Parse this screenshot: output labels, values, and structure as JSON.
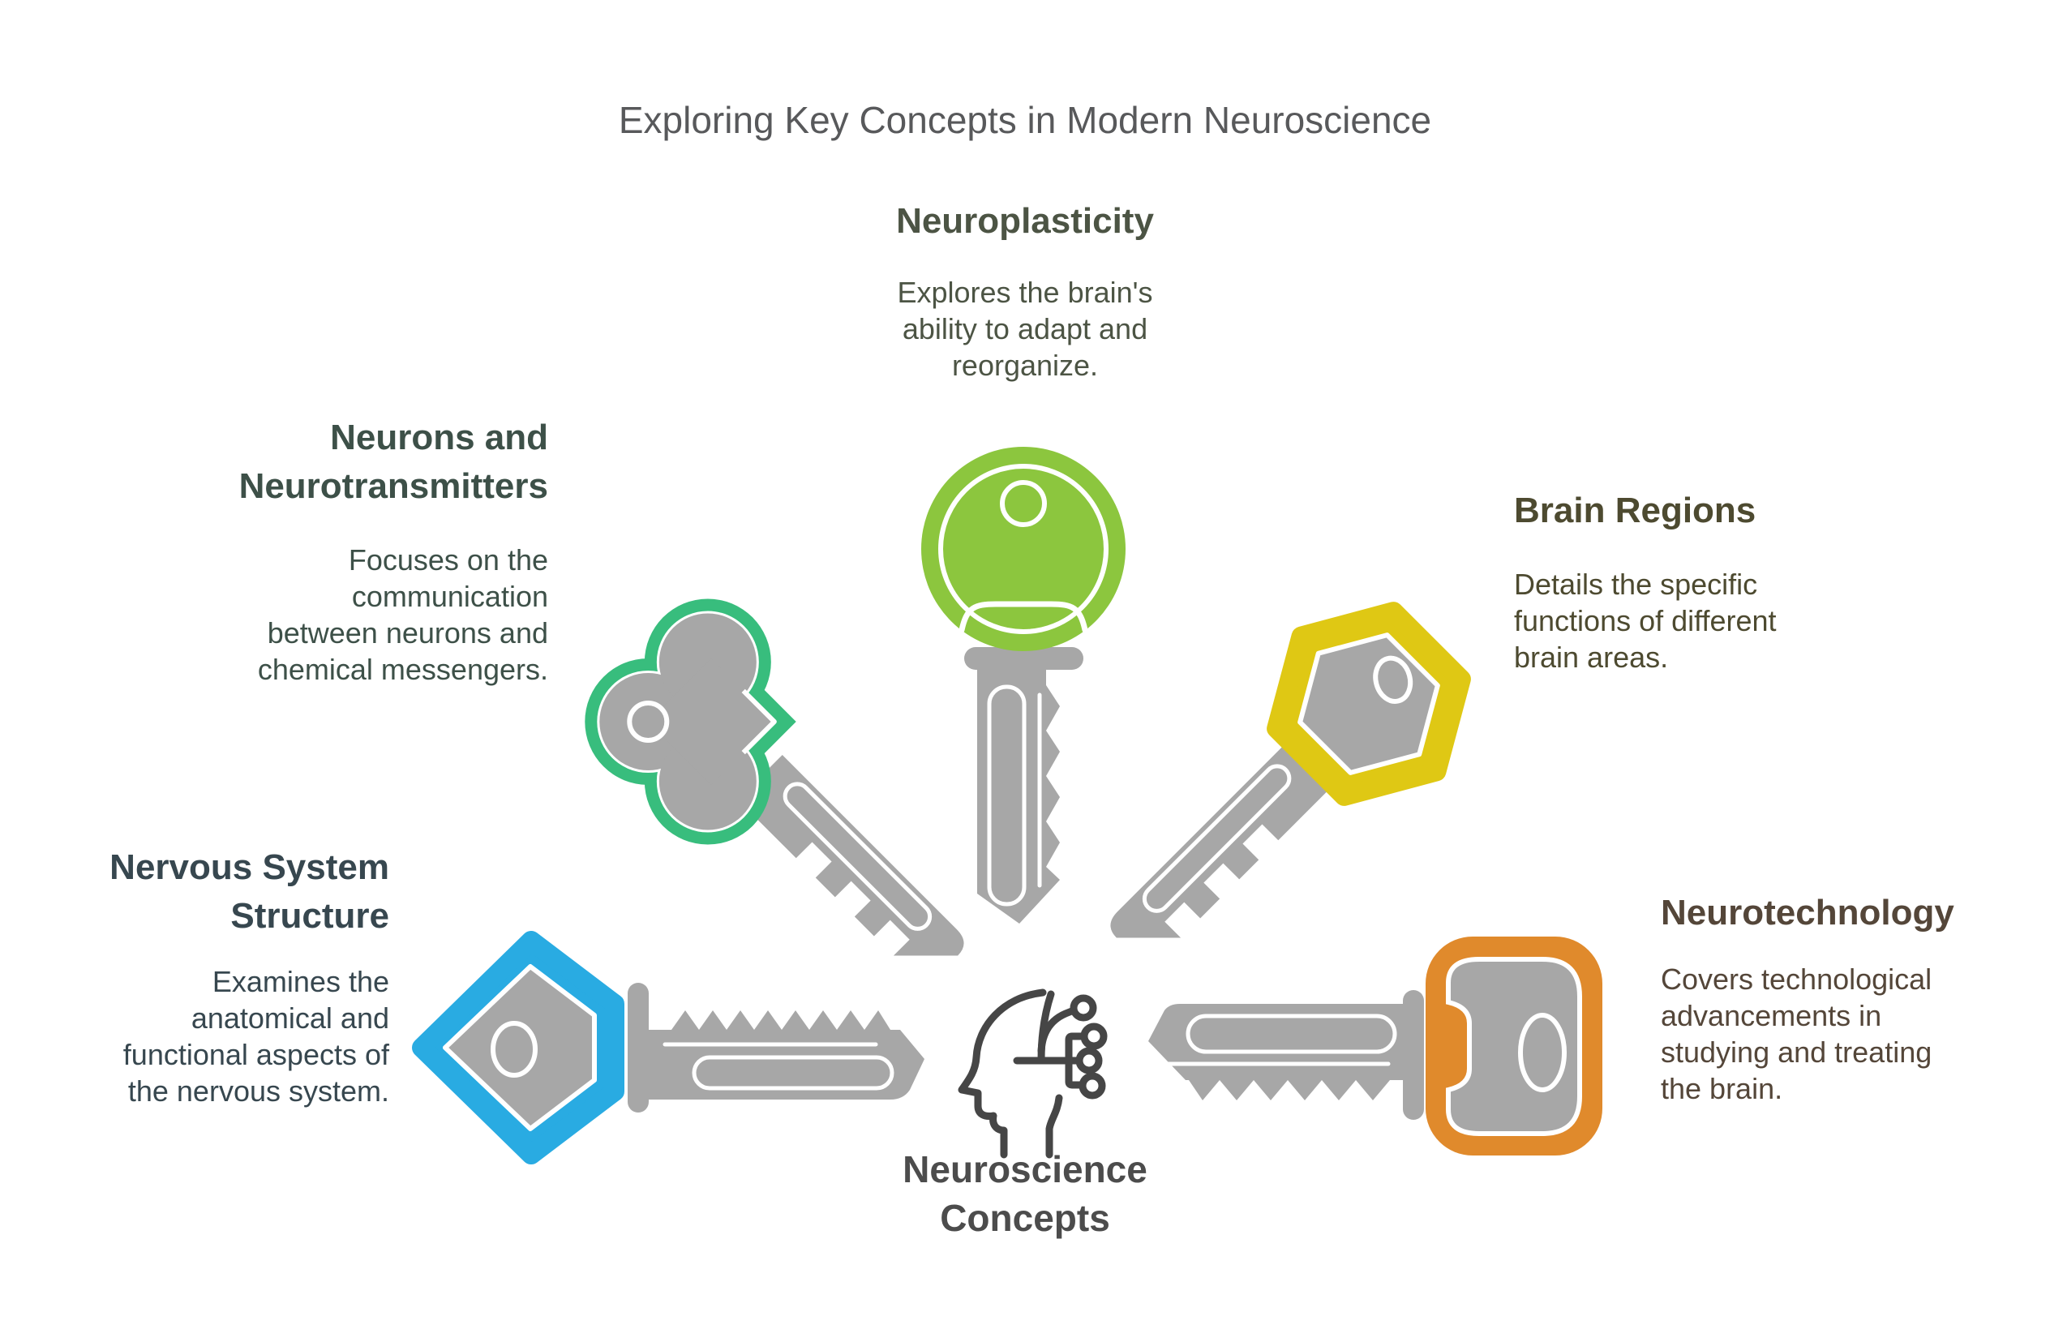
{
  "title": {
    "text": "Exploring Key Concepts in Modern Neuroscience",
    "color": "#58595B"
  },
  "center": {
    "label": "Neuroscience\nConcepts",
    "color": "#4C4C4C",
    "icon": "head-circuit-icon"
  },
  "concepts": [
    {
      "name": "neuroplasticity",
      "title": "Neuroplasticity",
      "description": "Explores the brain's\nability to adapt and\nreorganize.",
      "accent": "#8CC63E",
      "text_color": "#4C5444",
      "key_shape": "round-key",
      "position": "top-center"
    },
    {
      "name": "neurons-and-neurotransmitters",
      "title": "Neurons and\nNeurotransmitters",
      "description": "Focuses on the\ncommunication\nbetween neurons and\nchemical messengers.",
      "accent": "#38BD7D",
      "text_color": "#3D5048",
      "key_shape": "clover-key",
      "position": "upper-left"
    },
    {
      "name": "brain-regions",
      "title": "Brain Regions",
      "description": "Details the specific\nfunctions of different\nbrain areas.",
      "accent": "#DFC814",
      "text_color": "#4D4A30",
      "key_shape": "hexagon-key",
      "position": "upper-right"
    },
    {
      "name": "nervous-system-structure",
      "title": "Nervous System\nStructure",
      "description": "Examines the\nanatomical and\nfunctional aspects of\nthe nervous system.",
      "accent": "#29ABE2",
      "text_color": "#37474F",
      "key_shape": "diamond-key",
      "position": "lower-left"
    },
    {
      "name": "neurotechnology",
      "title": "Neurotechnology",
      "description": "Covers technological\nadvancements in\nstudying and treating\nthe brain.",
      "accent": "#E08A2C",
      "text_color": "#544639",
      "key_shape": "barrel-key",
      "position": "lower-right"
    }
  ],
  "colors": {
    "background": "#FFFFFF",
    "key_gray": "#A7A7A7",
    "icon_stroke": "#464646"
  }
}
